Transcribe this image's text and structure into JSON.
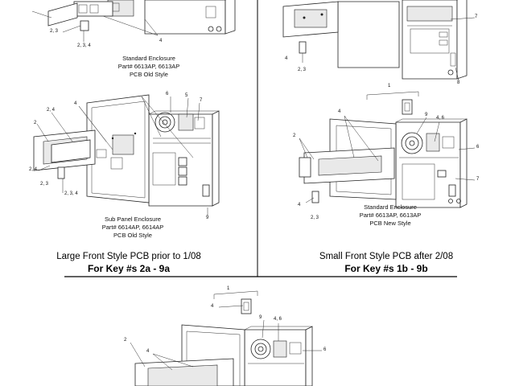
{
  "panels": {
    "top_left": {
      "caption_lines": [
        "Standard Enclosure",
        "Part# 6613AP, 6613AP",
        "PCB Old Style"
      ],
      "callouts": [
        "2, 3",
        "2, 3, 4",
        "4"
      ]
    },
    "top_right": {
      "callouts": [
        "7",
        "4",
        "2, 3",
        "8"
      ]
    },
    "mid_left": {
      "caption_lines": [
        "Sub Panel Enclosure",
        "Part# 6614AP, 6614AP",
        "PCB Old Style"
      ],
      "callouts": [
        "6",
        "5",
        "7",
        "2, 4",
        "4",
        "2",
        "2, 4",
        "2, 3",
        "2, 3, 4",
        "9"
      ]
    },
    "mid_right": {
      "caption_lines": [
        "Standard Enclosure",
        "Part# 6613AP, 6613AP",
        "PCB New Style"
      ],
      "callouts": [
        "1",
        "4",
        "9",
        "4, 6",
        "2",
        "6",
        "7",
        "4",
        "2, 3"
      ]
    },
    "bottom": {
      "callouts": [
        "1",
        "4",
        "9",
        "4, 6",
        "2",
        "4",
        "6"
      ]
    }
  },
  "section_titles": {
    "left_title": "Large Front Style PCB prior to 1/08",
    "left_key": "For Key #s 2a - 9a",
    "right_title": "Small Front Style PCB after 2/08",
    "right_key": "For Key #s 1b - 9b"
  }
}
